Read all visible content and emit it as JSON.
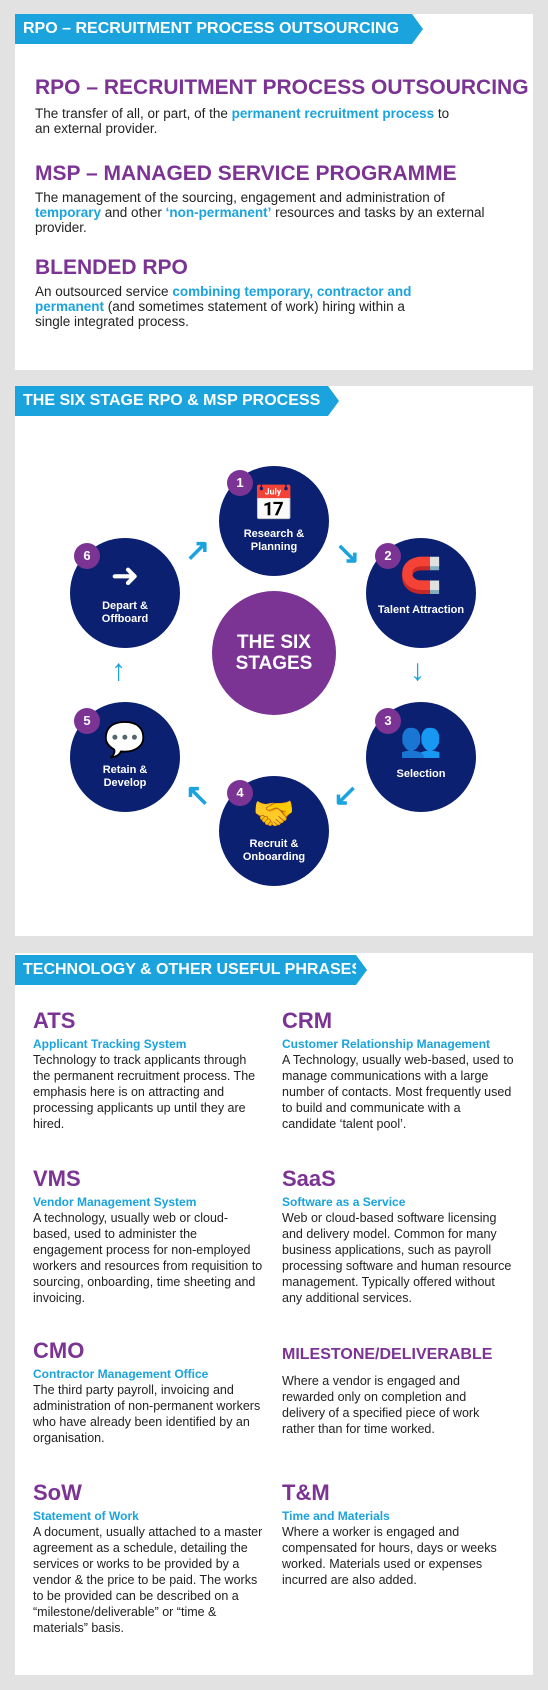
{
  "section1": {
    "banner": "RPO – RECRUITMENT PROCESS OUTSOURCING",
    "defs": [
      {
        "title": "RPO – RECRUITMENT PROCESS OUTSOURCING",
        "parts": [
          [
            "The transfer of all, or part, of the ",
            false
          ],
          [
            "permanent recruitment process",
            true
          ],
          [
            " to an external provider.",
            false
          ]
        ]
      },
      {
        "title": "MSP – MANAGED SERVICE PROGRAMME",
        "parts": [
          [
            "The management of the sourcing, engagement and administration of ",
            false
          ],
          [
            "temporary",
            true
          ],
          [
            " and other ",
            false
          ],
          [
            "‘non-permanent’",
            true
          ],
          [
            " resources and tasks by an external provider.",
            false
          ]
        ]
      },
      {
        "title": "BLENDED RPO",
        "parts": [
          [
            "An outsourced service ",
            false
          ],
          [
            "combining temporary, contractor and permanent",
            true
          ],
          [
            " (and sometimes statement of work) hiring within a single integrated process.",
            false
          ]
        ]
      }
    ]
  },
  "section2": {
    "banner": "THE SIX STAGE RPO & MSP PROCESS",
    "center_line1": "THE SIX",
    "center_line2": "STAGES",
    "stages": [
      {
        "num": "1",
        "label1": "Research &",
        "label2": "Planning",
        "icon": "calendar-icon",
        "glyph": "📅"
      },
      {
        "num": "2",
        "label1": "Talent Attraction",
        "label2": "",
        "icon": "magnet-person-icon",
        "glyph": "🧲"
      },
      {
        "num": "3",
        "label1": "Selection",
        "label2": "",
        "icon": "group-check-icon",
        "glyph": "👥"
      },
      {
        "num": "4",
        "label1": "Recruit &",
        "label2": "Onboarding",
        "icon": "handshake-icon",
        "glyph": "🤝"
      },
      {
        "num": "5",
        "label1": "Retain &",
        "label2": "Develop",
        "icon": "speech-people-icon",
        "glyph": "💬"
      },
      {
        "num": "6",
        "label1": "Depart &",
        "label2": "Offboard",
        "icon": "arrow-right-icon",
        "glyph": "➜"
      }
    ]
  },
  "section3": {
    "banner": "TECHNOLOGY & OTHER USEFUL PHRASES",
    "terms": [
      {
        "abbr": "ATS",
        "full": "Applicant Tracking System",
        "desc": "Technology to track applicants through the permanent recruitment process. The emphasis here is on attracting and processing applicants up until they are hired."
      },
      {
        "abbr": "CRM",
        "full": "Customer Relationship Management",
        "desc": "A Technology, usually web-based, used to manage communications with a large number of contacts. Most frequently used to build and communicate with a candidate ‘talent pool’."
      },
      {
        "abbr": "VMS",
        "full": "Vendor Management System",
        "desc": "A technology, usually web or cloud-based, used to administer the engagement process for non-employed workers and resources from requisition to sourcing, onboarding, time sheeting and invoicing."
      },
      {
        "abbr": "SaaS",
        "full": "Software as a Service",
        "desc": "Web or cloud-based software licensing and delivery model. Common for many business applications, such as payroll processing software and human resource management. Typically offered without any additional services."
      },
      {
        "abbr": "CMO",
        "full": "Contractor Management Office",
        "desc": "The third party payroll, invoicing and administration of non-permanent workers who have already been identified by an organisation."
      },
      {
        "abbr": "MILESTONE/DELIVERABLE",
        "full": "",
        "desc": "Where a vendor is engaged and rewarded only on completion and delivery of a specified piece of work rather than for time worked."
      },
      {
        "abbr": "SoW",
        "full": "Statement of Work",
        "desc": "A document, usually attached to a master agreement as a schedule, detailing the services or works to be provided by a vendor & the price to be paid. The works to be provided can be described on a “milestone/deliverable” or “time & materials” basis."
      },
      {
        "abbr": "T&M",
        "full": "Time and Materials",
        "desc": "Where a worker is engaged and compensated for hours, days or weeks worked. Materials used or expenses incurred are also added."
      }
    ]
  }
}
